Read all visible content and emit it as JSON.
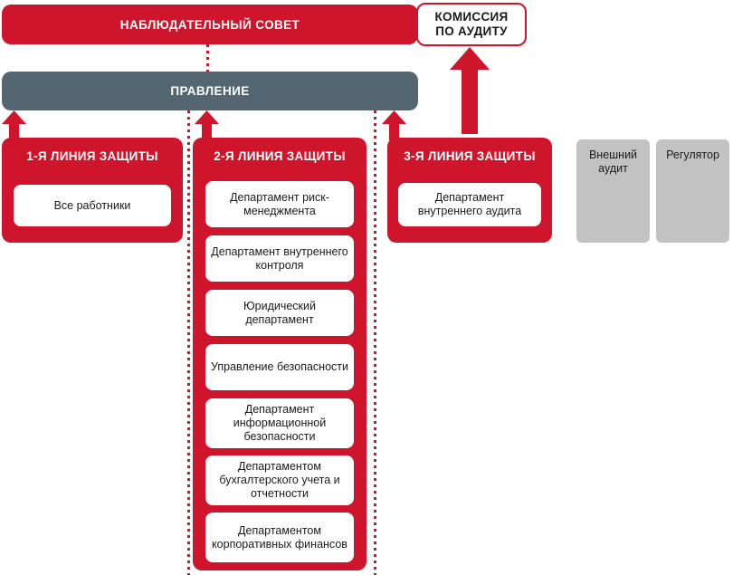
{
  "colors": {
    "red": "#CE152C",
    "slate": "#536672",
    "gray": "#C2C2C2",
    "white": "#FFFFFF",
    "text": "#1A1A1A"
  },
  "top": {
    "supervisory_board": "НАБЛЮДАТЕЛЬНЫЙ СОВЕТ",
    "audit_committee": "КОМИССИЯ\nПО АУДИТУ",
    "audit_committee_line1": "КОМИССИЯ",
    "audit_committee_line2": "ПО АУДИТУ",
    "management_board": "ПРАВЛЕНИЕ"
  },
  "lines": [
    {
      "id": "line-1",
      "title": "1-Я ЛИНИЯ ЗАЩИТЫ",
      "items": [
        "Все работники"
      ]
    },
    {
      "id": "line-2",
      "title": "2-Я ЛИНИЯ ЗАЩИТЫ",
      "items": [
        "Департамент риск-менеджмента",
        "Департамент внутреннего контроля",
        "Юридический департамент",
        "Управление безопасности",
        "Департамент информационной безопасности",
        "Департаментом бухгалтерского учета и отчетности",
        "Департаментом корпоративных финансов"
      ]
    },
    {
      "id": "line-3",
      "title": "3-Я ЛИНИЯ ЗАЩИТЫ",
      "items": [
        "Департамент внутреннего аудита"
      ]
    }
  ],
  "external": [
    {
      "id": "external-audit",
      "label": "Внешний аудит"
    },
    {
      "id": "regulator",
      "label": "Регулятор"
    }
  ],
  "connectors": {
    "dotted_board_to_management": "dotted-line",
    "dotted_line2_left": "dotted-line",
    "dotted_line2_right": "dotted-line",
    "arrow_line1_to_board": "arrow-up-icon",
    "arrow_line2_to_board": "arrow-up-icon",
    "arrow_line3_to_board": "arrow-up-icon",
    "arrow_line3_to_committee": "arrow-up-icon"
  }
}
